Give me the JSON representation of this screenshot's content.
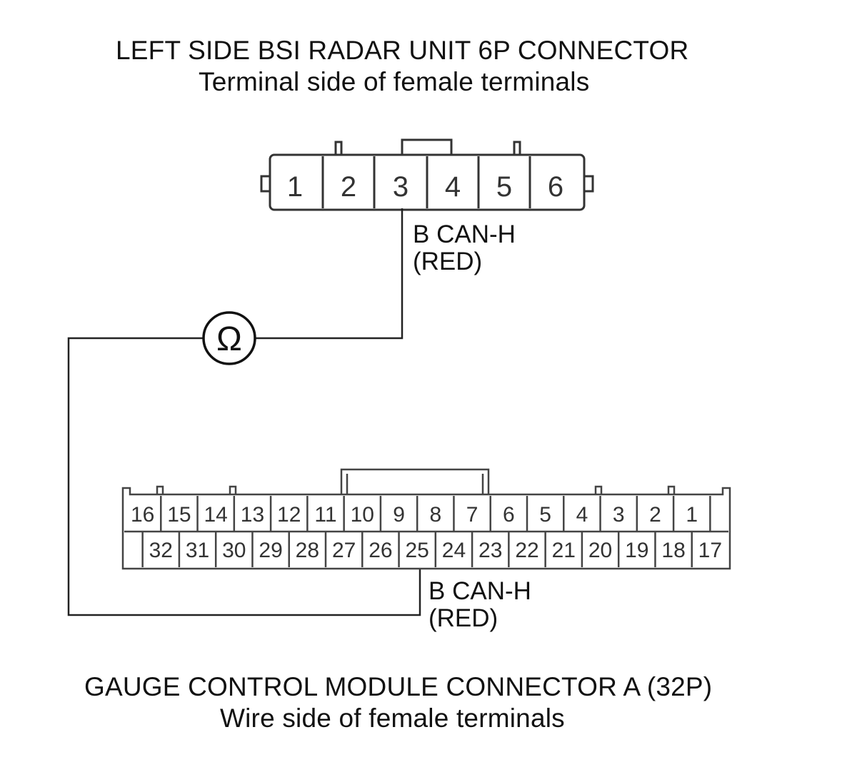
{
  "top_connector": {
    "title": "LEFT SIDE BSI RADAR UNIT 6P CONNECTOR",
    "subtitle": "Terminal side of female terminals",
    "pins": [
      "1",
      "2",
      "3",
      "4",
      "5",
      "6"
    ],
    "wire_label": "B CAN-H",
    "wire_color": "(RED)"
  },
  "meter": {
    "symbol": "Ω",
    "icon": "ohmmeter-icon"
  },
  "bottom_connector": {
    "title": "GAUGE CONTROL MODULE CONNECTOR A (32P)",
    "subtitle": "Wire side of female terminals",
    "top_row": [
      "16",
      "15",
      "14",
      "13",
      "12",
      "11",
      "10",
      "9",
      "8",
      "7",
      "6",
      "5",
      "4",
      "3",
      "2",
      "1"
    ],
    "bottom_row": [
      "32",
      "31",
      "30",
      "29",
      "28",
      "27",
      "26",
      "25",
      "24",
      "23",
      "22",
      "21",
      "20",
      "19",
      "18",
      "17"
    ],
    "wire_label": "B CAN-H",
    "wire_color": "(RED)"
  }
}
